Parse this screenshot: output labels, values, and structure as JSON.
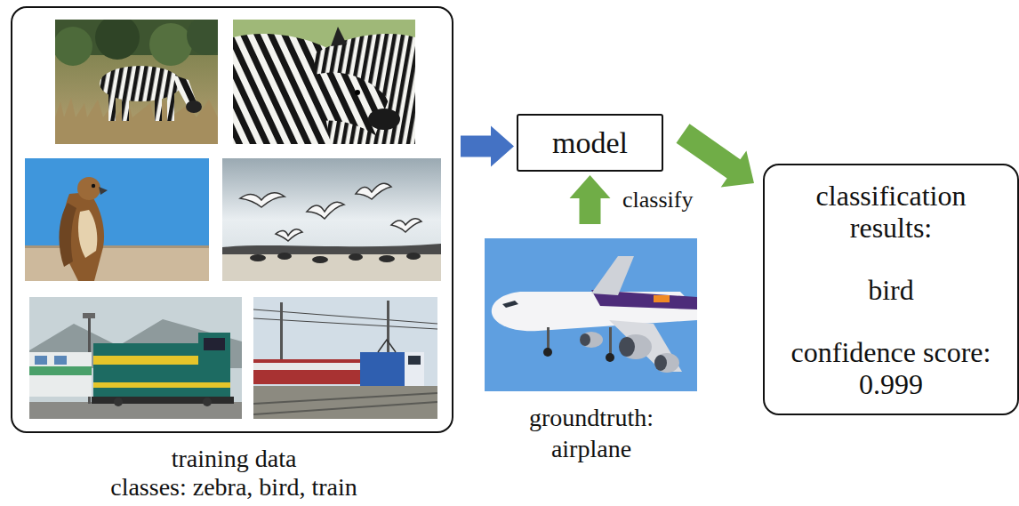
{
  "diagram": {
    "nodes": [
      {
        "text": [
          "training data",
          "classes: zebra, bird, train"
        ]
      },
      {
        "text": [
          "model"
        ]
      },
      {
        "text": [
          "groundtruth: airplane"
        ]
      },
      {
        "text": [
          "classification results:",
          "bird",
          "confidence score: 0.999"
        ]
      }
    ],
    "edges": [
      {
        "from": 0,
        "to": 1,
        "arrow": "to"
      },
      {
        "from": 2,
        "to": 1,
        "arrow": "to",
        "label": "classify"
      },
      {
        "from": 1,
        "to": 3,
        "arrow": "to"
      }
    ]
  }
}
